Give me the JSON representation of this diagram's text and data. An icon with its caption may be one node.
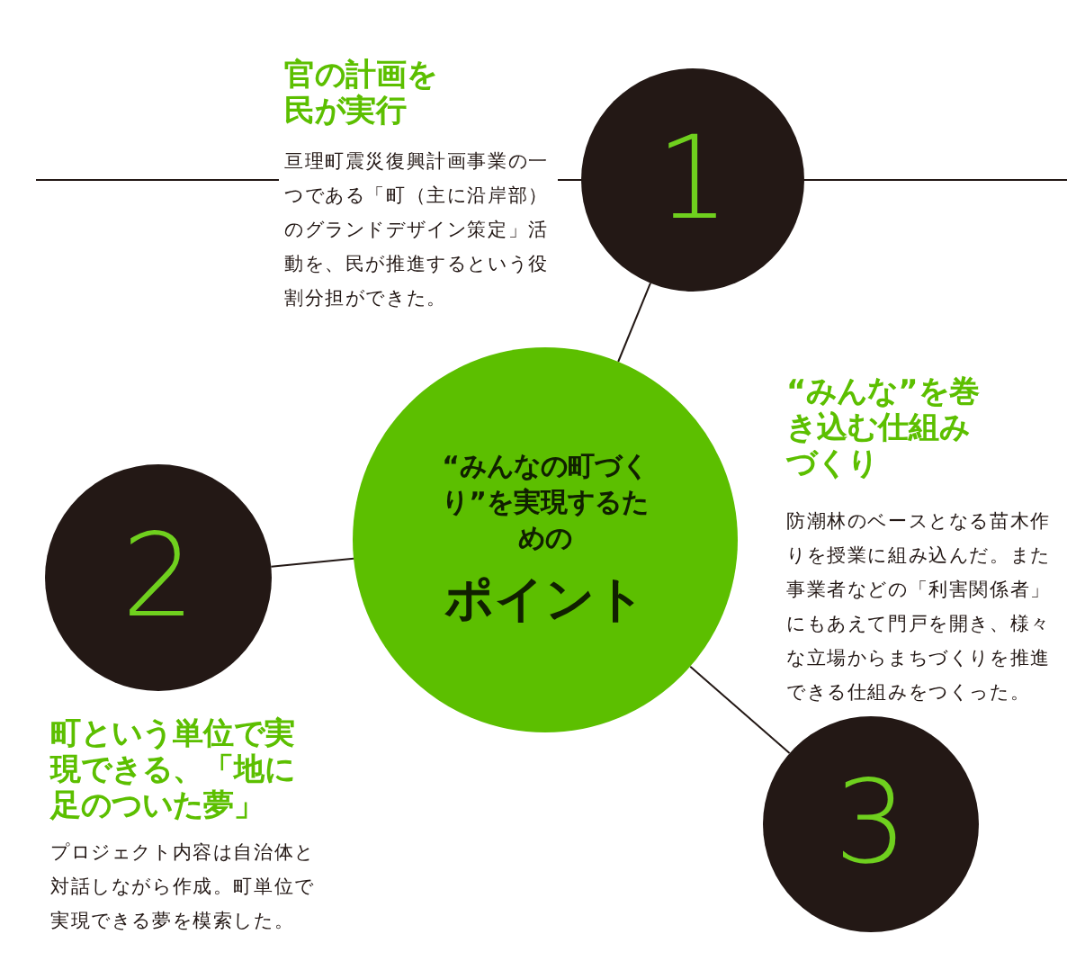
{
  "diagram": {
    "nodes": [
      {
        "text": [
          "“みんなの町づくり”を実現するための",
          "ポイント"
        ]
      },
      {
        "text": [
          "1"
        ],
        "beside": [
          "官の計画を民が実行",
          "亘理町震災復興計画事業の一つである「町（主に沿岸部）のグランドデザイン策定」活動を、民が推進するという役割分担ができた。"
        ]
      },
      {
        "text": [
          "2"
        ],
        "beside": [
          "町という単位で実現できる、「地に足のついた夢」",
          "プロジェクト内容は自治体と対話しながら作成。町単位で実現できる夢を模索した。"
        ]
      },
      {
        "text": [
          "3"
        ],
        "beside": [
          "“みんな”を巻き込む仕組みづくり",
          "防潮林のベースとなる苗木作りを授業に組み込んだ。また事業者などの「利害関係者」にもあえて門戸を開き、様々な立場からまちづくりを推進できる仕組みをつくった。"
        ]
      }
    ],
    "edges": [
      {
        "from": 1,
        "to": 0,
        "arrow": "none"
      },
      {
        "from": 2,
        "to": 0,
        "arrow": "none"
      },
      {
        "from": 3,
        "to": 0,
        "arrow": "none"
      }
    ]
  }
}
